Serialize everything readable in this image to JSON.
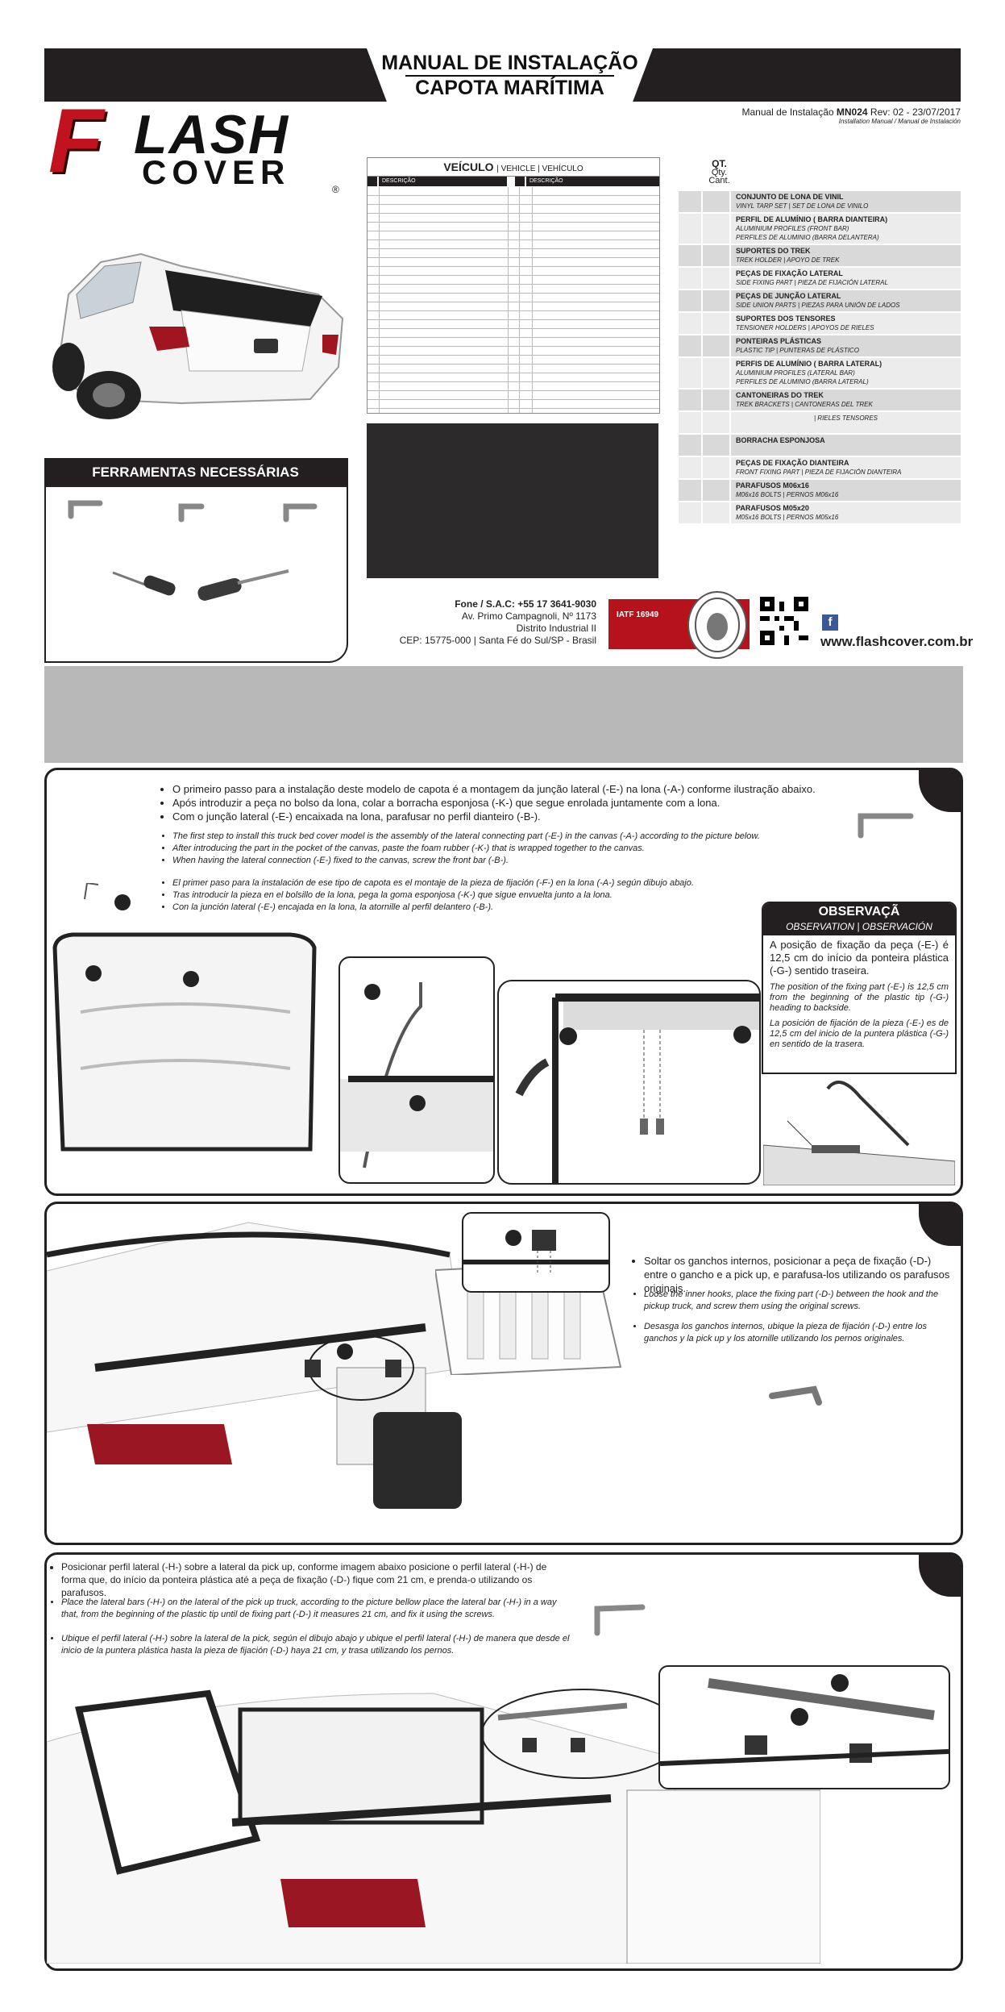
{
  "header": {
    "title_line1": "MANUAL DE INSTALAÇÃO",
    "title_line2": "CAPOTA MARÍTIMA",
    "manual_prefix": "Manual de Instalação",
    "manual_code": "MN024",
    "revision": "Rev: 02 - 23/07/2017",
    "manual_subtitle": "Installation Manual / Manual de Instalación"
  },
  "logo": {
    "f": "F",
    "lash": "LASH",
    "cover": "COVER",
    "reg": "®"
  },
  "tools": {
    "title": "FERRAMENTAS NECESSÁRIAS"
  },
  "vehicle_table": {
    "title": "VEÍCULO",
    "title_alt": "| VEHICLE | VEHÍCULO",
    "col1": "DESCRIÇÃO",
    "col2": "DESCRIÇÃO"
  },
  "qty_header": {
    "pt": "QT.",
    "en": "Qty.",
    "es": "Cant."
  },
  "parts": [
    {
      "name": "CONJUNTO DE LONA DE VINIL",
      "sub": [
        "VINYL TARP SET  |  SET DE LONA DE VINILO"
      ]
    },
    {
      "name": "PERFIL DE ALUMÍNIO ( BARRA DIANTEIRA)",
      "sub": [
        "ALUMINIUM PROFILES (FRONT BAR)",
        "PERFILES DE ALUMINIO (BARRA DELANTERA)"
      ]
    },
    {
      "name": "SUPORTES DO TREK",
      "sub": [
        "TREK HOLDER  |  APOYO DE TREK"
      ]
    },
    {
      "name": "PEÇAS DE FIXAÇÃO LATERAL",
      "sub": [
        "SIDE FIXING PART  |  PIEZA DE FIJACIÓN LATERAL"
      ]
    },
    {
      "name": "PEÇAS DE JUNÇÃO LATERAL",
      "sub": [
        "SIDE UNION PARTS  |  PIEZAS PARA UNIÓN DE LADOS"
      ]
    },
    {
      "name": "SUPORTES DOS TENSORES",
      "sub": [
        "TENSIONER HOLDERS  |  APOYOS DE RIELES"
      ]
    },
    {
      "name": "PONTEIRAS PLÁSTICAS",
      "sub": [
        "PLASTIC TIP  |  PUNTERAS DE PLÁSTICO"
      ]
    },
    {
      "name": "PERFIS DE ALUMÍNIO ( BARRA LATERAL)",
      "sub": [
        "ALUMINIUM PROFILES (LATERAL BAR)",
        "PERFILES DE ALUMINIO (BARRA LATERAL)"
      ]
    },
    {
      "name": "CANTONEIRAS DO TREK",
      "sub": [
        "TREK BRACKETS  |  CANTONERAS DEL TREK"
      ]
    },
    {
      "name": "",
      "sub": [
        "| RIELES TENSORES"
      ]
    },
    {
      "name": "BORRACHA ESPONJOSA",
      "sub": []
    },
    {
      "name": "PEÇAS DE FIXAÇÃO DIANTEIRA",
      "sub": [
        "FRONT FIXING PART  |  PIEZA DE FIJACIÓN DIANTEIRA"
      ]
    },
    {
      "name": "PARAFUSOS M06x16",
      "sub": [
        "M06x16 BOLTS  |  PERNOS M06x16"
      ]
    },
    {
      "name": "PARAFUSOS M05x20",
      "sub": [
        "M05x16 BOLTS  |  PERNOS M05x16"
      ]
    }
  ],
  "contact": {
    "phone_label": "Fone / S.A.C:",
    "phone": "+55 17 3641-9030",
    "address1": "Av. Primo Campagnoli, Nº 1173",
    "address2": "Distrito Industrial II",
    "address3": "CEP: 15775-000 | Santa Fé do Sul/SP - Brasil",
    "iatf": "IATF 16949",
    "facebook": "f",
    "website": "www.flashcover.com.br"
  },
  "step1": {
    "pt": [
      "O primeiro passo para a instalação deste modelo de capota é a montagem da junção lateral (-E-) na lona (-A-) conforme ilustração abaixo.",
      "Após introduzir a peça no bolso da lona, colar a borracha esponjosa (-K-) que segue enrolada juntamente com a lona.",
      "Com o junção lateral (-E-) encaixada na lona, parafusar no perfil dianteiro (-B-)."
    ],
    "en": [
      "The first step to install this  truck bed cover model is the assembly of the  lateral connecting part (-E-) in the canvas (-A-) according to the picture below.",
      "After introducing the part in the pocket of the canvas, paste the foam rubber (-K-) that is wrapped together to the canvas.",
      "When having the lateral connection (-E-) fixed to the canvas, screw the front bar (-B-)."
    ],
    "es": [
      "El primer paso para la instalación de ese tipo de  capota es el montaje de la pieza de fijación (-F-) en la lona (-A-) según dibujo abajo.",
      "Tras introducir la pieza  en el bolsillo de la lona,   pega la goma esponjosa (-K-) que sigue envuelta junto a la lona.",
      "Con la junción lateral (-E-) encajada en la lona,  la atornille al perfil delantero (-B-)."
    ]
  },
  "observation": {
    "title": "OBSERVAÇÃ",
    "subtitle": "OBSERVATION  |  OBSERVACIÓN",
    "pt": "A posição de fixação da peça (-E-) é 12,5 cm do início da ponteira plástica (-G-) sentido traseira.",
    "en": "The position of the fixing part (-E-) is 12,5 cm from the beginning of the  plastic tip (-G-) heading to backside.",
    "es": "La posición de fijación de la pieza (-E-) es de 12,5 cm del  inicio de la puntera plástica (-G-) en sentido de la trasera."
  },
  "step2": {
    "pt": "Soltar os ganchos internos, posicionar a peça de fixação (-D-) entre o gancho e a pick up, e parafusa-los utilizando os parafusos originais.",
    "en": "Loose the inner  hooks, place the fixing part (-D-) between the hook and the pickup truck, and screw them using the original screws.",
    "es": "Desasga los ganchos internos, ubique la pieza de fijación (-D-) entre los ganchos y la pick up y  los atornille utilizando los pernos originales."
  },
  "step3": {
    "pt": "Posicionar perfil lateral (-H-) sobre a lateral da pick up, conforme imagem abaixo posicione o perfil lateral (-H-) de forma que, do início da ponteira plástica até a peça de fixação (-D-) fique com 21 cm, e  prenda-o utilizando os parafusos.",
    "en": "Place the lateral bars (-H-) on the lateral of the pick up truck, according to the picture bellow place the lateral bar (-H-) in a way that, from the beginning of the plastic tip until de fixing part (-D-) it measures 21 cm, and fix it using the screws.",
    "es": "Ubique el perfil lateral (-H-) sobre la lateral de la pick, según el dibujo abajo y ubique el perfil lateral (-H-) de manera que desde el inicio de la puntera plástica hasta la pieza de fijación (-D-)  haya 21 cm, y trasa utilizando los pernos."
  }
}
